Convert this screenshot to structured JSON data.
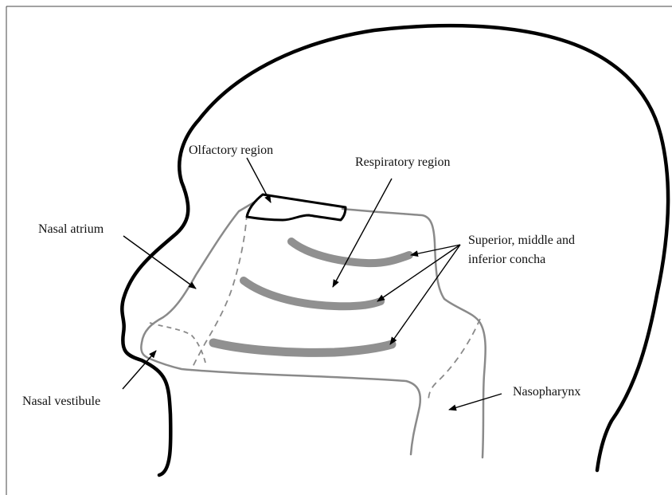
{
  "labels": {
    "olfactory_region": "Olfactory region",
    "respiratory_region": "Respiratory region",
    "nasal_atrium": "Nasal atrium",
    "concha_line1": "Superior, middle and",
    "concha_line2": "inferior concha",
    "nasal_vestibule": "Nasal vestibule",
    "nasopharynx": "Nasopharynx"
  },
  "colors": {
    "head_outline": "#000000",
    "cavity_outline": "#8a8a8a",
    "concha": "#7d7d7d",
    "pointer": "#000000"
  }
}
